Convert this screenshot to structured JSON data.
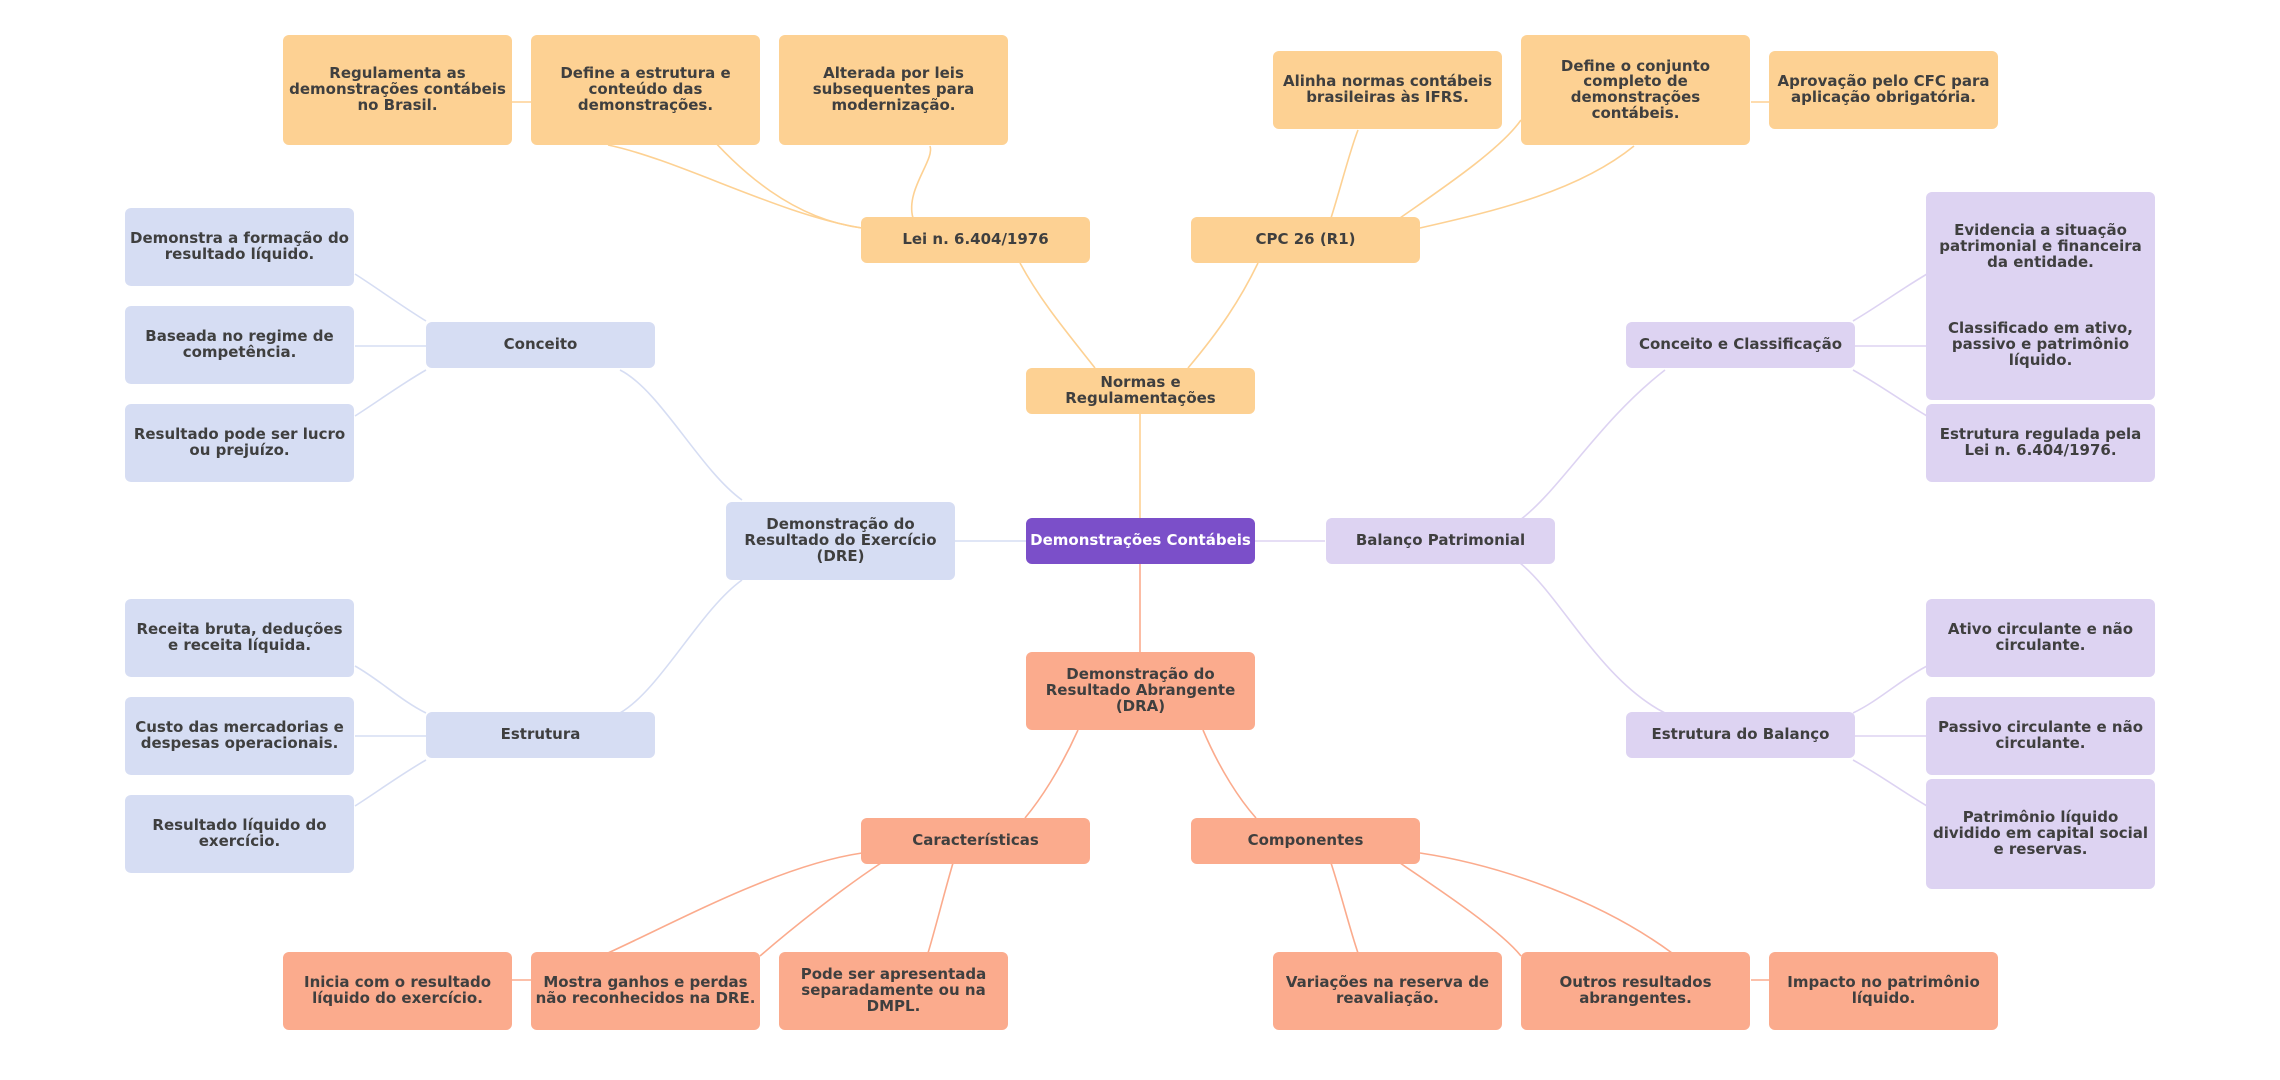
{
  "root": {
    "label": "Demonstrações Contábeis"
  },
  "normas": {
    "label": "Normas e Regulamentações",
    "lei": {
      "label": "Lei n. 6.404/1976",
      "items": [
        "Regulamenta as demonstrações contábeis no Brasil.",
        "Define a estrutura e conteúdo das demonstrações.",
        "Alterada por leis subsequentes para modernização."
      ]
    },
    "cpc": {
      "label": "CPC 26 (R1)",
      "items": [
        "Alinha normas contábeis brasileiras às IFRS.",
        "Define o conjunto completo de demonstrações contábeis.",
        "Aprovação pelo CFC para aplicação obrigatória."
      ]
    }
  },
  "dre": {
    "label": "Demonstração do Resultado do Exercício (DRE)",
    "conceito": {
      "label": "Conceito",
      "items": [
        "Demonstra a formação do resultado líquido.",
        "Baseada no regime de competência.",
        "Resultado pode ser lucro ou prejuízo."
      ]
    },
    "estrutura": {
      "label": "Estrutura",
      "items": [
        "Receita bruta, deduções e receita líquida.",
        "Custo das mercadorias e despesas operacionais.",
        "Resultado líquido do exercício."
      ]
    }
  },
  "balanco": {
    "label": "Balanço Patrimonial",
    "conceito": {
      "label": "Conceito e Classificação",
      "items": [
        "Evidencia a situação patrimonial e financeira da entidade.",
        "Classificado em ativo, passivo e patrimônio líquido.",
        "Estrutura regulada pela Lei n. 6.404/1976."
      ]
    },
    "estrutura": {
      "label": "Estrutura do Balanço",
      "items": [
        "Ativo circulante e não circulante.",
        "Passivo circulante e não circulante.",
        "Patrimônio líquido dividido em capital social e reservas."
      ]
    }
  },
  "dra": {
    "label": "Demonstração do Resultado Abrangente (DRA)",
    "caracteristicas": {
      "label": "Características",
      "items": [
        "Inicia com o resultado líquido do exercício.",
        "Mostra ganhos e perdas não reconhecidos na DRE.",
        "Pode ser apresentada separadamente ou na DMPL."
      ]
    },
    "componentes": {
      "label": "Componentes",
      "items": [
        "Variações na reserva de reavaliação.",
        "Outros resultados abrangentes.",
        "Impacto no patrimônio líquido."
      ]
    }
  },
  "colors": {
    "root": "#7b4fc9",
    "normas": "#fdd193",
    "dra": "#fbab8d",
    "dre": "#d6ddf3",
    "balanco": "#ddd3f2"
  }
}
